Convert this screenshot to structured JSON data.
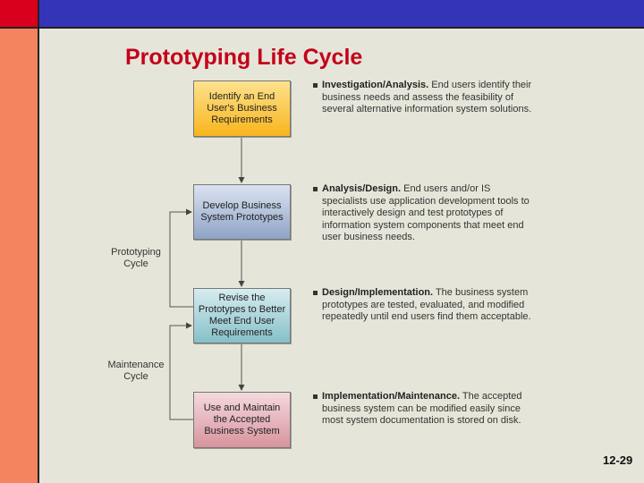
{
  "slide": {
    "title": "Prototyping Life Cycle",
    "page_number": "12-29",
    "colors": {
      "left_bar": "#f4845f",
      "top_bar": "#3434b8",
      "corner": "#d8001c",
      "title": "#c4001a"
    }
  },
  "diagram": {
    "steps": [
      "Identify an End User's Business Requirements",
      "Develop Business System Prototypes",
      "Revise the Prototypes to Better Meet End User Requirements",
      "Use and Maintain the Accepted Business System"
    ],
    "cycles": [
      "Prototyping Cycle",
      "Maintenance Cycle"
    ]
  },
  "descriptions": [
    {
      "heading": "Investigation/Analysis.",
      "text": "End users identify their business needs and assess the feasibility of several alternative information system solutions."
    },
    {
      "heading": "Analysis/Design.",
      "text": "End users and/or IS specialists use application development tools to interactively design and test prototypes of information system components that meet end user business needs."
    },
    {
      "heading": "Design/Implementation.",
      "text": "The business system prototypes are tested, evaluated, and modified repeatedly until end users find them acceptable."
    },
    {
      "heading": "Implementation/Maintenance.",
      "text": "The accepted business system can be modified easily since most system documentation is stored on disk."
    }
  ]
}
